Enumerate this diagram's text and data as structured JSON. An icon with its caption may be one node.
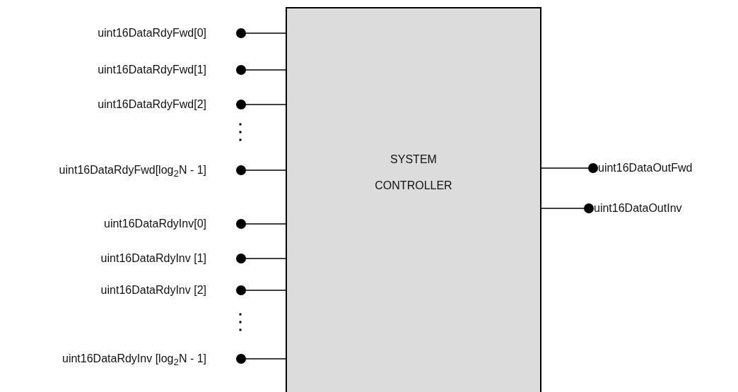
{
  "diagram": {
    "nodes": [
      {
        "text": [
          "SYSTEM CONTROLLER"
        ]
      },
      {
        "text": [
          "uint16DataRdyFwd[0]"
        ]
      },
      {
        "text": [
          "uint16DataRdyFwd[1]"
        ]
      },
      {
        "text": [
          "uint16DataRdyFwd[2]"
        ]
      },
      {
        "text": [
          "uint16DataRdyFwd[log$_{2}$N - 1]"
        ]
      },
      {
        "text": [
          "uint16DataRdyInv[0]"
        ]
      },
      {
        "text": [
          "uint16DataRdyInv [1]"
        ]
      },
      {
        "text": [
          "uint16DataRdyInv [2]"
        ]
      },
      {
        "text": [
          "uint16DataRdyInv [log$_{2}$N - 1]"
        ]
      },
      {
        "text": [
          "uint16DataOutFwd"
        ]
      },
      {
        "text": [
          "uint16DataOutInv"
        ]
      }
    ],
    "edges": [
      {
        "from": 1,
        "to": 0,
        "arrow": "other"
      },
      {
        "from": 2,
        "to": 0,
        "arrow": "other"
      },
      {
        "from": 3,
        "to": 0,
        "arrow": "other"
      },
      {
        "from": 4,
        "to": 0,
        "arrow": "other"
      },
      {
        "from": 5,
        "to": 0,
        "arrow": "other"
      },
      {
        "from": 6,
        "to": 0,
        "arrow": "other"
      },
      {
        "from": 7,
        "to": 0,
        "arrow": "other"
      },
      {
        "from": 8,
        "to": 0,
        "arrow": "other"
      },
      {
        "from": 9,
        "to": 0,
        "arrow": "other"
      },
      {
        "from": 10,
        "to": 0,
        "arrow": "other"
      }
    ]
  }
}
